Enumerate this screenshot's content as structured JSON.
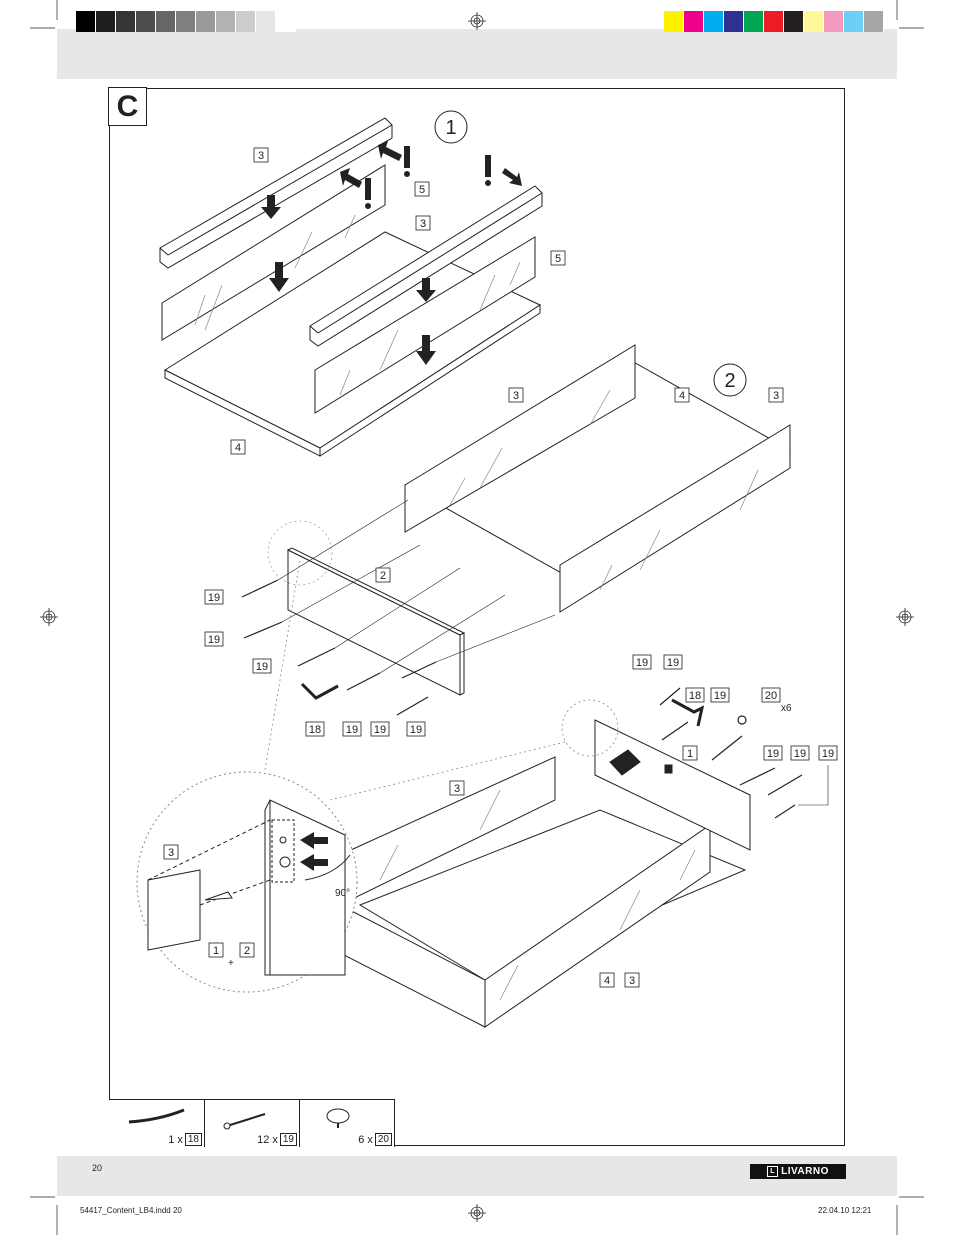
{
  "section_letter": "C",
  "steps": [
    "1",
    "2"
  ],
  "page_number": "20",
  "brand": "LIVARNO",
  "footer_left": "54417_Content_LB4.indd   20",
  "footer_right": "22.04.10   12:21",
  "callouts": {
    "s1_rail_left": "3",
    "s1_glass_left": "5",
    "s1_rail_right": "3",
    "s1_glass_right": "5",
    "s1_base": "4",
    "s2_rail_back": "3",
    "s2_base": "4",
    "s2_rail_right": "3",
    "s2_front": "2",
    "s2_screw_a": "19",
    "s2_screw_b": "19",
    "s2_screw_c": "19",
    "s2_key": "18",
    "s2_screw_d": "19",
    "s2_screw_e": "19",
    "s2_screw_f": "19",
    "s3_rail": "3",
    "s3_front": "1",
    "s3_screw_a": "19",
    "s3_screw_b": "19",
    "s3_key": "18",
    "s3_screw_c": "19",
    "s3_knob": "20",
    "s3_knob_qty": "x6",
    "s3_screw_d": "19",
    "s3_screw_e": "19",
    "s3_screw_f": "19",
    "s3_base": "4",
    "s3_rail_side": "3",
    "detail_rail": "3",
    "detail_panel_a": "1",
    "detail_plus": "+",
    "detail_panel_b": "2",
    "detail_angle": "90°"
  },
  "parts_list": [
    {
      "icon": "allen-key-icon",
      "qty": "1 x",
      "part": "18"
    },
    {
      "icon": "screw-icon",
      "qty": "12 x",
      "part": "19"
    },
    {
      "icon": "knob-icon",
      "qty": "6 x",
      "part": "20"
    }
  ],
  "color_bar_grays": [
    "#000000",
    "#1e1e1e",
    "#353535",
    "#4d4d4d",
    "#666666",
    "#7f7f7f",
    "#999999",
    "#b3b3b3",
    "#cccccc",
    "#e6e6e6",
    "#ffffff"
  ],
  "color_bar_process": [
    "#fff200",
    "#ec008c",
    "#00aeef",
    "#2e3192",
    "#00a651",
    "#ed1c24",
    "#231f20",
    "#fff799",
    "#f49ac1",
    "#6dcff6",
    "#a6a6a6"
  ]
}
